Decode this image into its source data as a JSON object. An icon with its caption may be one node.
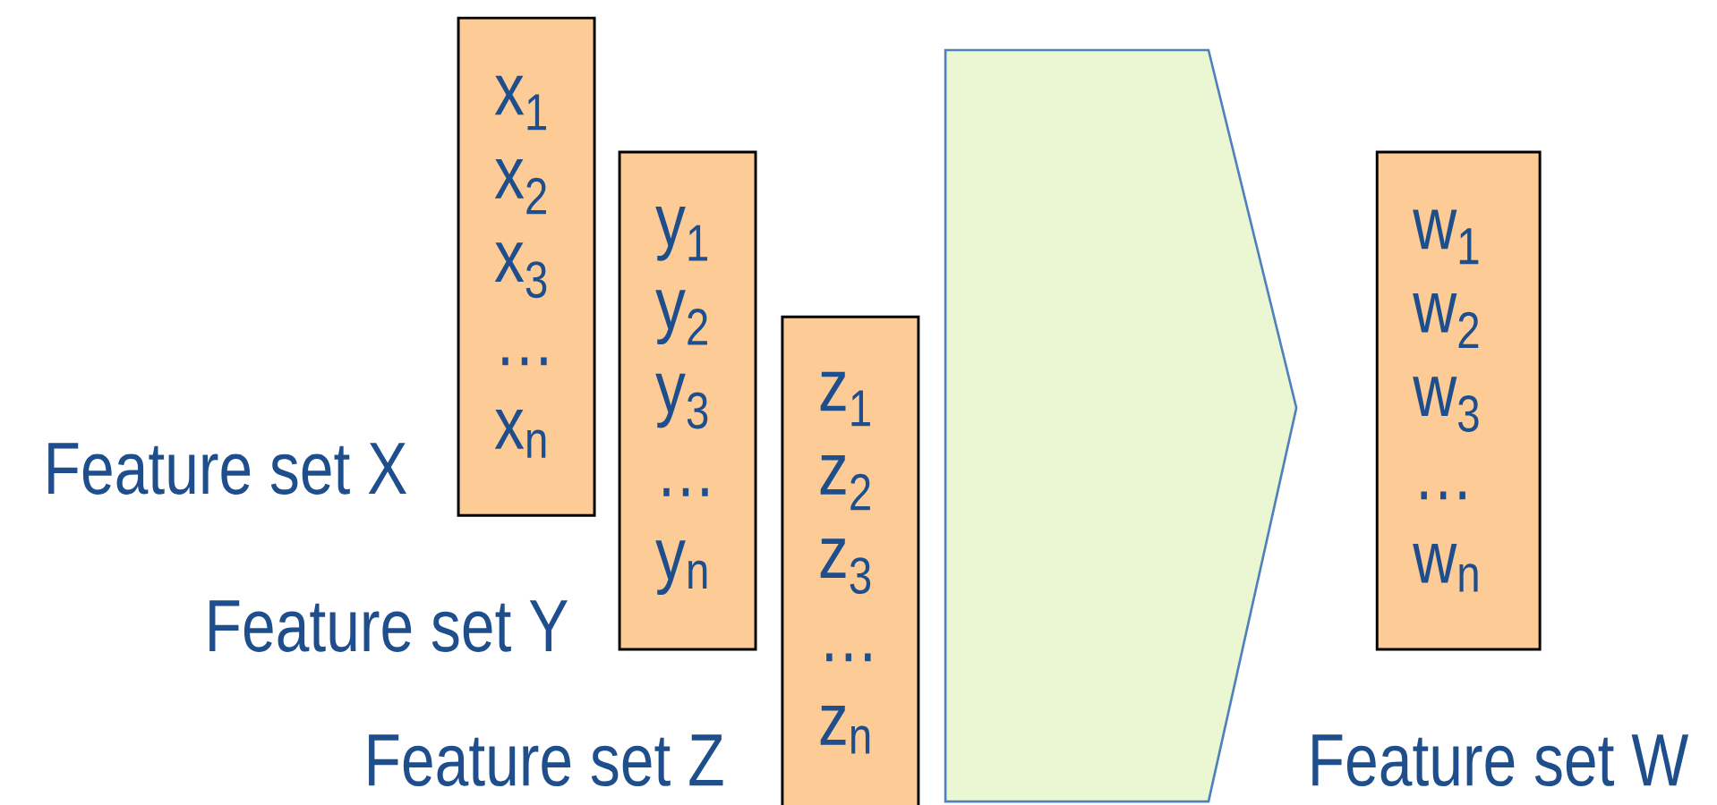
{
  "diagram": {
    "nodes": [
      {
        "text": [
          "x$_{1}$",
          "x$_{2}$",
          "x$_{3}$",
          "…",
          "x$_{n}$"
        ],
        "beside": [
          "Feature set X"
        ]
      },
      {
        "text": [
          "y$_{1}$",
          "y$_{2}$",
          "y$_{3}$",
          "…",
          "y$_{n}$"
        ],
        "beside": [
          "Feature set Y"
        ]
      },
      {
        "text": [
          "z$_{1}$",
          "z$_{2}$",
          "z$_{3}$",
          "…",
          "z$_{n}$"
        ],
        "beside": [
          "Feature set Z"
        ]
      },
      {
        "text": [],
        "shape": "pentagon"
      },
      {
        "text": [
          "w$_{1}$",
          "w$_{2}$",
          "w$_{3}$",
          "…",
          "w$_{n}$"
        ]
      }
    ],
    "labels": [
      "Feature set W"
    ]
  }
}
